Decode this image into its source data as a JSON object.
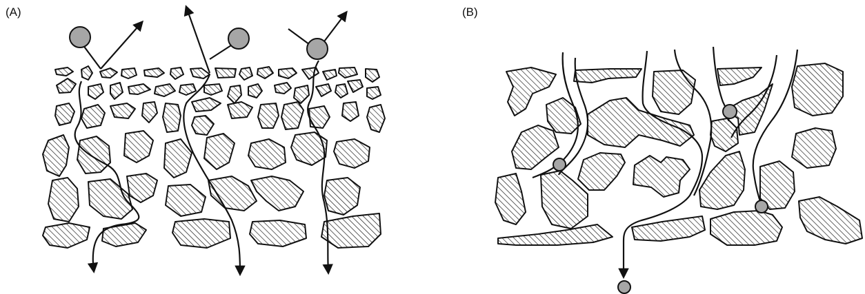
{
  "panels": [
    {
      "id": "A",
      "label": "(A)"
    },
    {
      "id": "B",
      "label": "(B)"
    }
  ],
  "colors": {
    "particle": "#a6a6a6",
    "stroke": "#111111",
    "hatch": "#111111",
    "background": "#ffffff"
  }
}
